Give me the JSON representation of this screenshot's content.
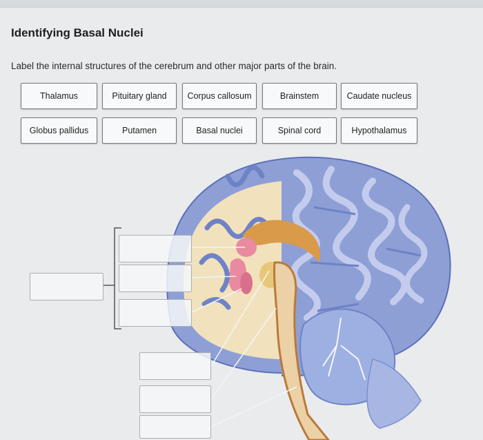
{
  "page": {
    "title": "Identifying Basal Nuclei",
    "instructions": "Label the internal structures of the cerebrum and other major parts of the brain."
  },
  "label_bank": {
    "row1": [
      "Thalamus",
      "Pituitary gland",
      "Corpus callosum",
      "Brainstem",
      "Caudate nucleus"
    ],
    "row2": [
      "Globus pallidus",
      "Putamen",
      "Basal nuclei",
      "Spinal cord",
      "Hypothalamus"
    ]
  },
  "diagram": {
    "drop_targets": [
      "",
      "",
      "",
      "",
      "",
      "",
      ""
    ]
  }
}
